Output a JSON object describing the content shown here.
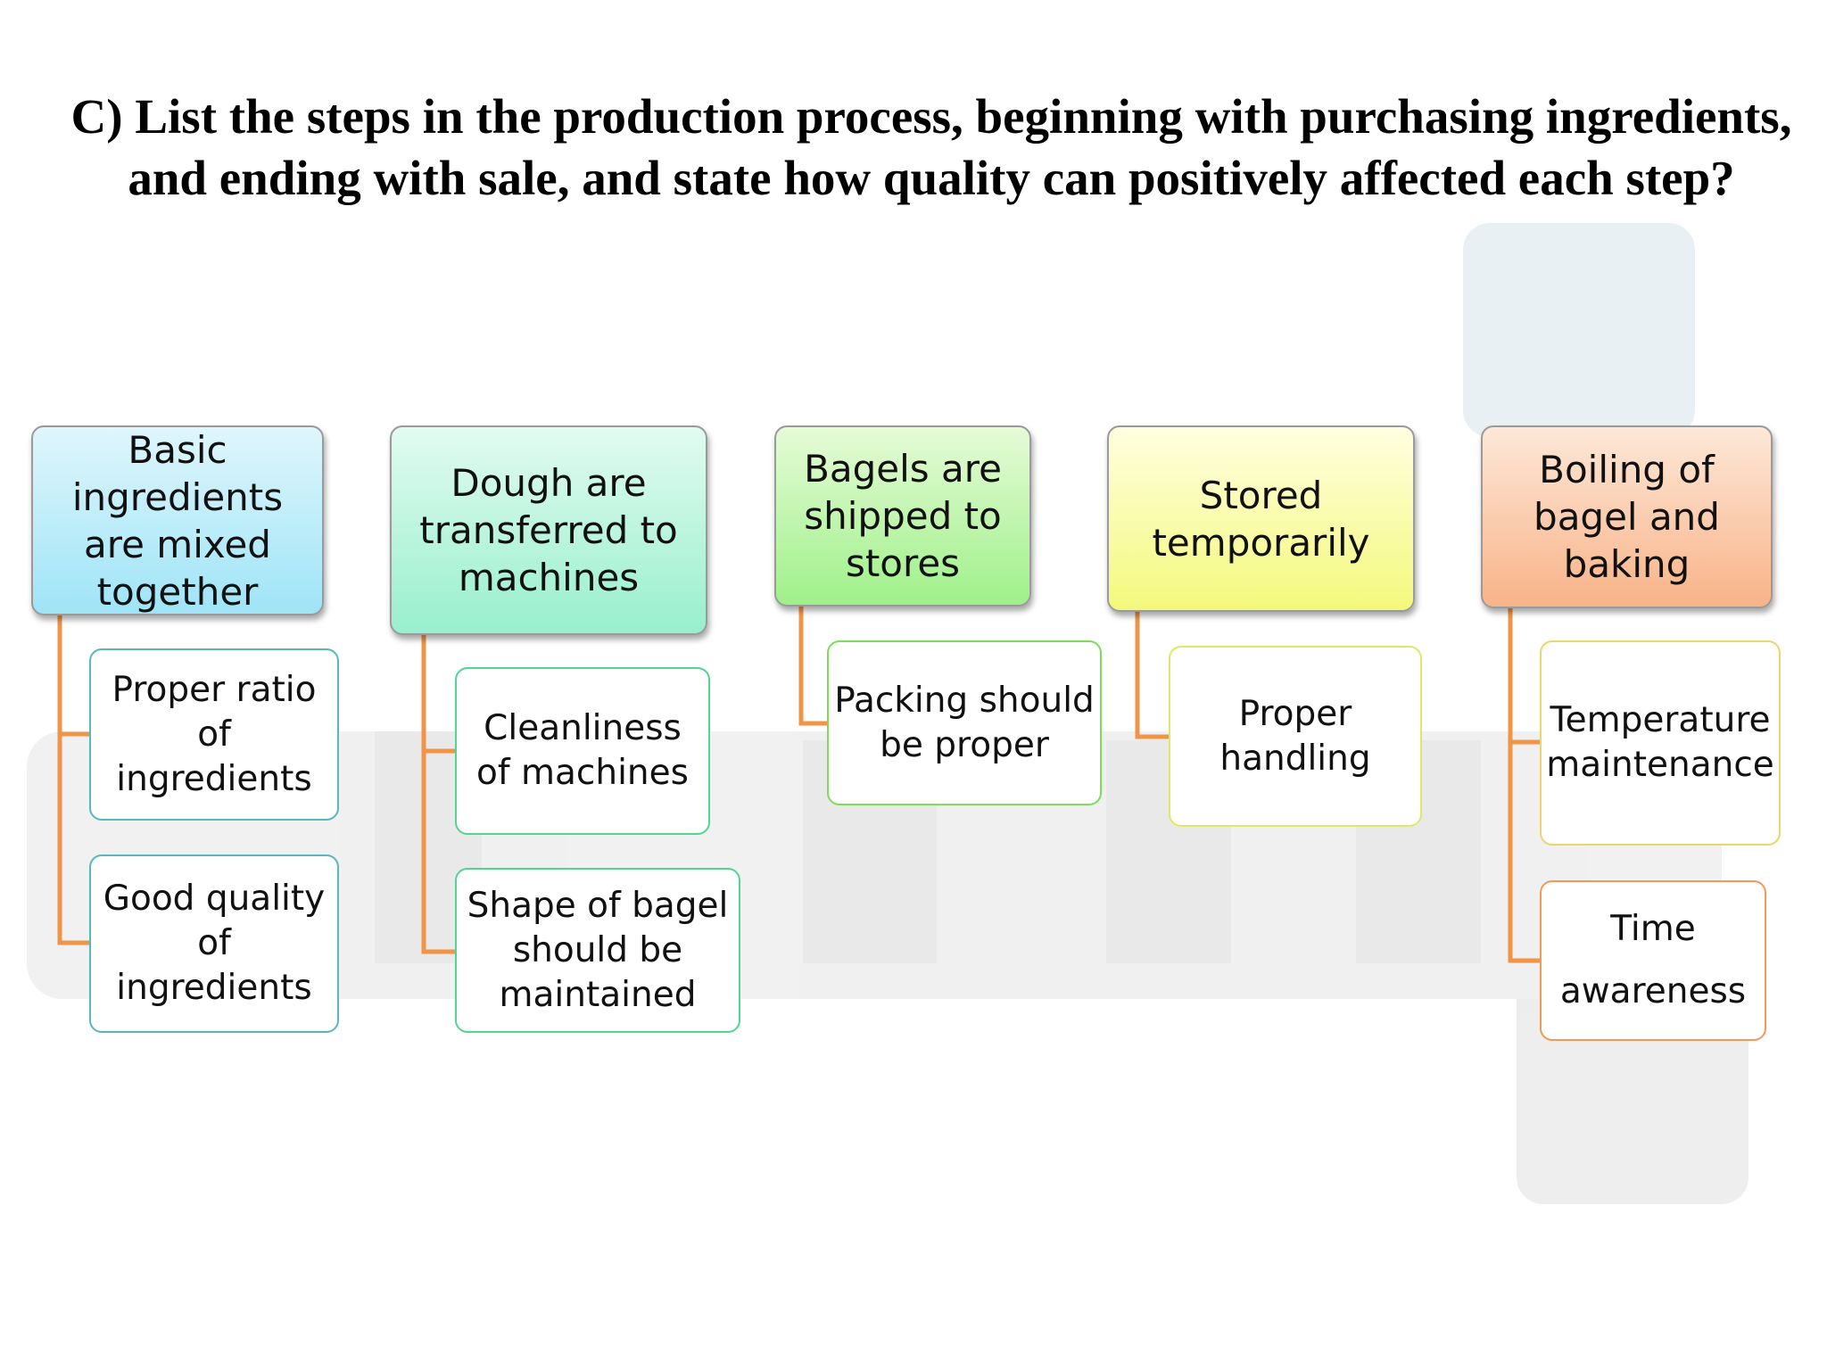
{
  "title": {
    "line1": "C) List the steps in the production process, beginning with purchasing ingredients,",
    "line2": "and ending with sale, and state how quality can positively affected each step?"
  },
  "colors": {
    "connector": "#f09548"
  },
  "steps": [
    {
      "label": "Basic ingredients are mixed together",
      "items": [
        "Proper ratio of ingredients",
        "Good quality of ingredients"
      ]
    },
    {
      "label": "Dough are transferred to machines",
      "items": [
        "Cleanliness of machines",
        "Shape of bagel should be maintained"
      ]
    },
    {
      "label": "Bagels are shipped to stores",
      "items": [
        "Packing should be proper"
      ]
    },
    {
      "label": "Stored temporarily",
      "items": [
        "Proper handling"
      ]
    },
    {
      "label": "Boiling of bagel and baking",
      "items": [
        "Temperature maintenance",
        "Time awareness"
      ]
    }
  ]
}
